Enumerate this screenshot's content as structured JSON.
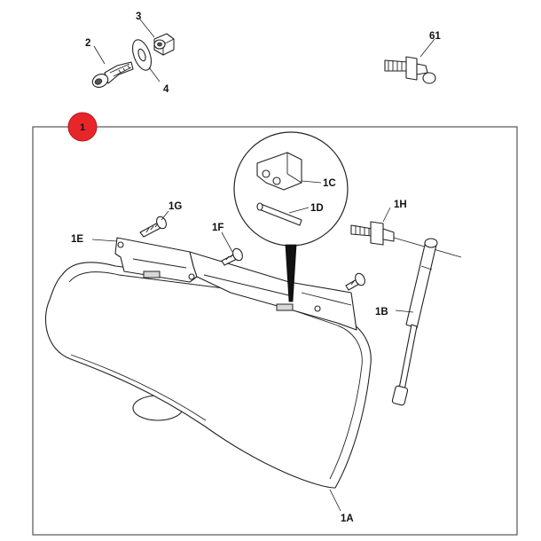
{
  "callout_badge": {
    "text": "1",
    "color": "#e8262a"
  },
  "labels": {
    "l2": "2",
    "l3": "3",
    "l4": "4",
    "l61": "61",
    "l1c": "1C",
    "l1d": "1D",
    "l1g": "1G",
    "l1h": "1H",
    "l1e": "1E",
    "l1f": "1F",
    "l1b": "1B",
    "l1a": "1A"
  }
}
